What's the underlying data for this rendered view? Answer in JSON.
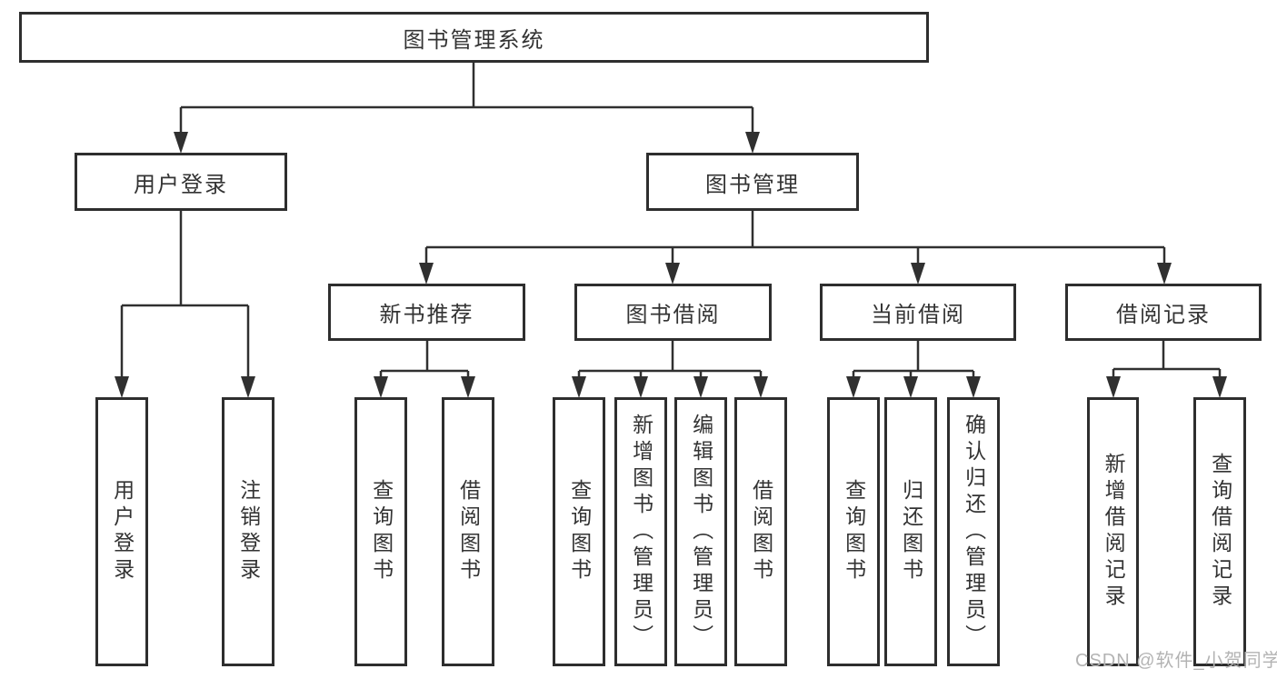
{
  "diagram": {
    "root": {
      "label": "图书管理系统",
      "children": [
        {
          "label": "用户登录",
          "children": [
            {
              "label": "用户登录"
            },
            {
              "label": "注销登录"
            }
          ]
        },
        {
          "label": "图书管理",
          "children": [
            {
              "label": "新书推荐",
              "children": [
                {
                  "label": "查询图书"
                },
                {
                  "label": "借阅图书"
                }
              ]
            },
            {
              "label": "图书借阅",
              "children": [
                {
                  "label": "查询图书"
                },
                {
                  "label": "新增图书（管理员）"
                },
                {
                  "label": "编辑图书（管理员）"
                },
                {
                  "label": "借阅图书"
                }
              ]
            },
            {
              "label": "当前借阅",
              "children": [
                {
                  "label": "查询图书"
                },
                {
                  "label": "归还图书"
                },
                {
                  "label": "确认归还（管理员）"
                }
              ]
            },
            {
              "label": "借阅记录",
              "children": [
                {
                  "label": "新增借阅记录"
                },
                {
                  "label": "查询借阅记录"
                }
              ]
            }
          ]
        }
      ]
    }
  },
  "watermark": "CSDN @软件_小贺同学",
  "colors": {
    "node_border": "#2e2e2e",
    "connector_line": "#303030",
    "text": "#333333",
    "watermark_text": "#b3b3b3",
    "background": "#ffffff"
  }
}
